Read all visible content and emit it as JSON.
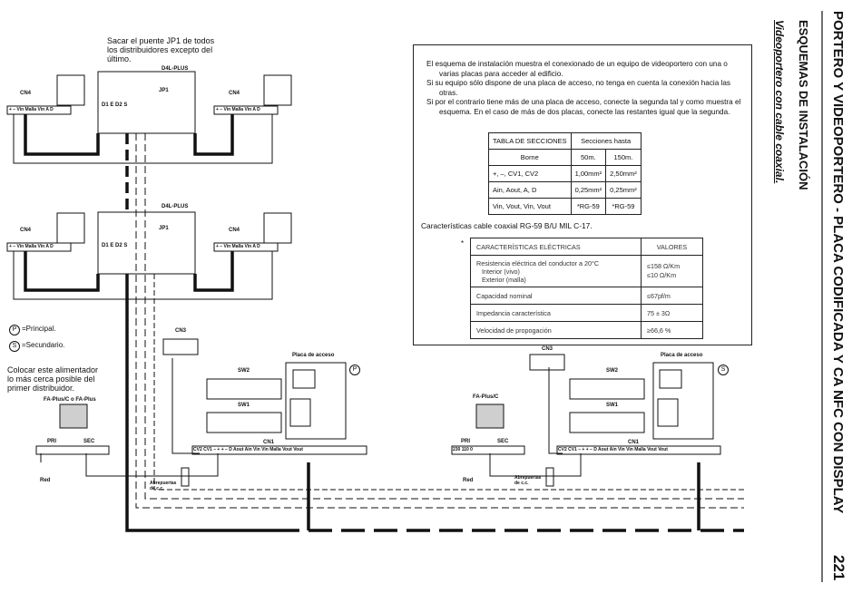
{
  "header": {
    "title": "PORTERO Y VIDEOPORTERO - PLACA CODIFICADA Y CA NFC CON DISPLAY",
    "section": "ESQUEMAS DE INSTALACIÓN",
    "subsection": "Videoportero con cable coaxial.",
    "page_number": "221"
  },
  "notes": {
    "jp1_note": "Sacar el puente JP1 de todos los distribuidores excepto del último.",
    "principal": "=Principal.",
    "secundario": "=Secundario.",
    "principal_symbol": "P",
    "secundario_symbol": "S",
    "power_note": "Colocar este alimentador lo más cerca posible del primer distribuidor."
  },
  "info": {
    "p1": "El esquema de instalación muestra el conexionado de un equipo de videoportero con una o varias placas para acceder al edificio.",
    "p2": "Si su equipo sólo dispone de una placa de acceso, no tenga en cuenta la conexión hacia las otras.",
    "p3": "Si por el contrario tiene más de una placa de acceso, conecte la segunda tal y como muestra el esquema. En el caso de más de dos placas, conecte las restantes igual que la segunda.",
    "sections_table": {
      "header_left": "TABLA DE SECCIONES",
      "header_right": "Secciones hasta",
      "row_borne": "Borne",
      "col1": "50m.",
      "col2": "150m.",
      "rows": [
        {
          "borne": "+, –, CV1, CV2",
          "a": "1,00mm²",
          "b": "2,50mm²"
        },
        {
          "borne": "Ain, Aout, A, D",
          "a": "0,25mm²",
          "b": "0,25mm²"
        },
        {
          "borne": "Vin, Vout, Vin, Vout",
          "a": "*RG-59",
          "b": "*RG-59"
        }
      ]
    },
    "coax_note": "Características cable coaxial RG-59 B/U MIL C-17.",
    "elec_table": {
      "star": "*",
      "header_left": "CARACTERÍSTICAS ELÉCTRICAS",
      "header_right": "VALORES",
      "rows": [
        {
          "label": "Resistencia eléctrica del conductor a 20°C",
          "sub1": "Interior (vivo)",
          "sub2": "Exterior (malla)",
          "value1": "≤158 Ω/Km",
          "value2": "≤10 Ω/Km"
        },
        {
          "label": "Capacidad nominal",
          "value1": "≤67pf/m"
        },
        {
          "label": "Impedancia característica",
          "value1": "75 ± 3Ω"
        },
        {
          "label": "Velocidad de propogación",
          "value1": "≥66,6 %"
        }
      ]
    }
  },
  "diagram": {
    "d4l_label": "D4L-PLUS",
    "jp1": "JP1",
    "cn4": "CN4",
    "cn3": "CN3",
    "cn1": "CN1",
    "sw1": "SW1",
    "sw2": "SW2",
    "placa": "Placa de acceso",
    "fa1": "FA-Plus/C o FA-Plus",
    "fa2": "FA-Plus/C",
    "pri": "PRI",
    "sec": "SEC",
    "red": "Red",
    "abrepuertas": "Abrepuertas de c.c.",
    "monitor_terms": "+ – Vin Malla Vin A D",
    "cn1_terms_1": "CV2 CV1 – + + – D Aout Ain Vin Vin Malla Vout Vout",
    "cn1_terms_2": "CV2 CV1 – + + – D Aout Ain Vin Vin Malla Vout Vout",
    "pri2_terms": "230 110 0",
    "distrib_terms": "D1 E D2 S",
    "principal_mark": "P",
    "secundario_mark": "S"
  },
  "colors": {
    "line": "#111111",
    "gray_device": "#cfcfcf"
  }
}
